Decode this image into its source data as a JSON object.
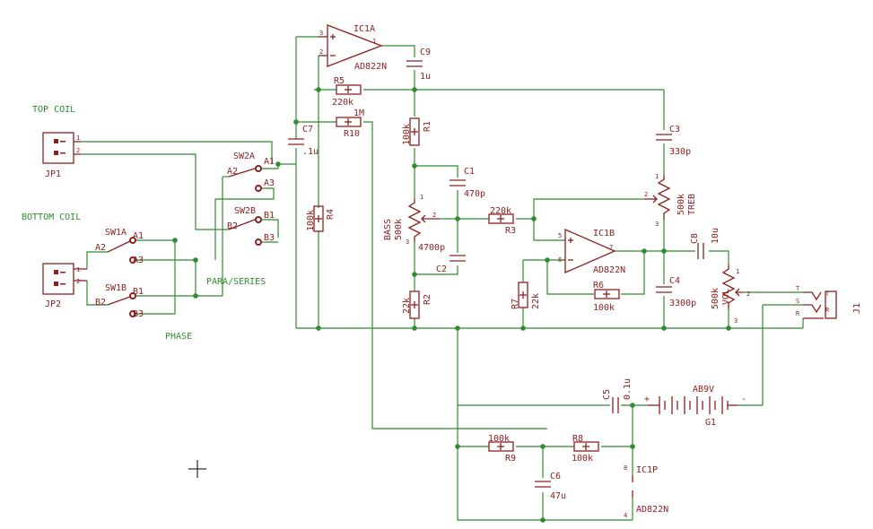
{
  "colors": {
    "wire": "#2e8b2e",
    "part": "#8b2020",
    "label": "#2e8b2e",
    "background": "#ffffff"
  },
  "labels": {
    "top_coil": "TOP COIL",
    "bottom_coil": "BOTTOM COIL",
    "para_series": "PARA/SERIES",
    "phase": "PHASE"
  },
  "parts": {
    "jp1": {
      "name": "JP1",
      "pins": [
        "1",
        "2"
      ]
    },
    "jp2": {
      "name": "JP2",
      "pins": [
        "1",
        "2"
      ]
    },
    "ic1a": {
      "name": "IC1A",
      "value": "AD822N",
      "pins": [
        "3",
        "2",
        "1"
      ]
    },
    "ic1b": {
      "name": "IC1B",
      "value": "AD822N",
      "pins": [
        "5",
        "6",
        "7"
      ]
    },
    "ic1p": {
      "name": "IC1P",
      "value": "AD822N",
      "pins": [
        "8",
        "4"
      ]
    },
    "c1": {
      "name": "C1",
      "value": "470p"
    },
    "c2": {
      "name": "C2",
      "value": "4700p"
    },
    "c3": {
      "name": "C3",
      "value": "330p"
    },
    "c4": {
      "name": "C4",
      "value": "3300p"
    },
    "c5": {
      "name": "C5",
      "value": "0.1u"
    },
    "c6": {
      "name": "C6",
      "value": "47u"
    },
    "c7": {
      "name": "C7",
      "value": ".1u"
    },
    "c8": {
      "name": "C8",
      "value": "10u"
    },
    "c9": {
      "name": "C9",
      "value": "1u"
    },
    "r1": {
      "name": "R1",
      "value": "100k"
    },
    "r2": {
      "name": "R2",
      "value": "22k"
    },
    "r3": {
      "name": "R3",
      "value": "220k"
    },
    "r4": {
      "name": "R4",
      "value": "100k"
    },
    "r5": {
      "name": "R5",
      "value": "220k"
    },
    "r6": {
      "name": "R6",
      "value": "100k"
    },
    "r7": {
      "name": "R7",
      "value": "22k"
    },
    "r8": {
      "name": "R8",
      "value": "100k"
    },
    "r9": {
      "name": "R9",
      "value": "100k"
    },
    "r10": {
      "name": "R10",
      "value": "1M"
    },
    "bass": {
      "name": "BASS",
      "value": "500k",
      "pins": [
        "1",
        "2",
        "3"
      ]
    },
    "treb": {
      "name": "TREB",
      "value": "500k",
      "pins": [
        "1",
        "2",
        "3"
      ]
    },
    "vol": {
      "name": "VOL",
      "value": "500k",
      "pins": [
        "1",
        "2",
        "3"
      ]
    },
    "g1": {
      "name": "G1",
      "value": "AB9V",
      "plus": "+",
      "minus": "-"
    },
    "j1": {
      "name": "J1",
      "pins": [
        "T",
        "S",
        "R",
        "T",
        "R"
      ]
    },
    "sw1a": {
      "name": "SW1A",
      "pins": [
        "A2",
        "A1",
        "A3"
      ]
    },
    "sw1b": {
      "name": "SW1B",
      "pins": [
        "B2",
        "B1",
        "B3"
      ]
    },
    "sw2a": {
      "name": "SW2A",
      "pins": [
        "A2",
        "A1",
        "A3"
      ]
    },
    "sw2b": {
      "name": "SW2B",
      "pins": [
        "B2",
        "B1",
        "B3"
      ]
    }
  }
}
